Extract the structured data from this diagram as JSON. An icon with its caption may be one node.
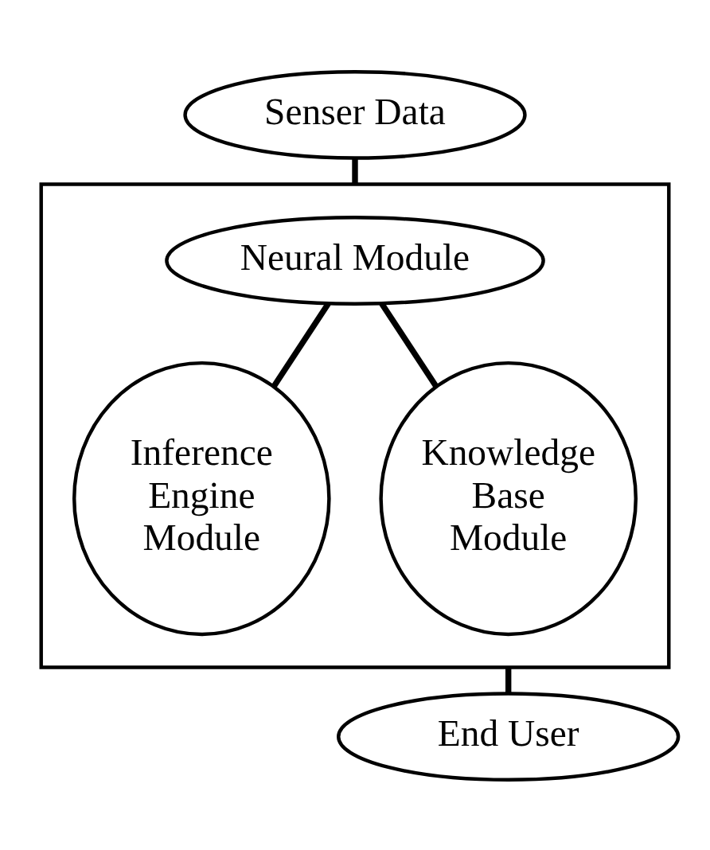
{
  "diagram": {
    "nodes": [
      {
        "text": [
          "Senser Data"
        ]
      },
      {
        "text": [],
        "shape": "box"
      },
      {
        "text": [
          "Neural Module"
        ],
        "in": 1
      },
      {
        "text": [
          "Inference Engine Module"
        ],
        "in": 1
      },
      {
        "text": [
          "Knowledge Base Module"
        ],
        "in": 1
      },
      {
        "text": [
          "End User"
        ]
      }
    ],
    "edges": [
      {
        "from": 0,
        "to": 1,
        "arrow": "none"
      },
      {
        "from": 2,
        "to": 3,
        "arrow": "none"
      },
      {
        "from": 2,
        "to": 4,
        "arrow": "none"
      },
      {
        "from": 1,
        "to": 5,
        "arrow": "none"
      }
    ]
  }
}
